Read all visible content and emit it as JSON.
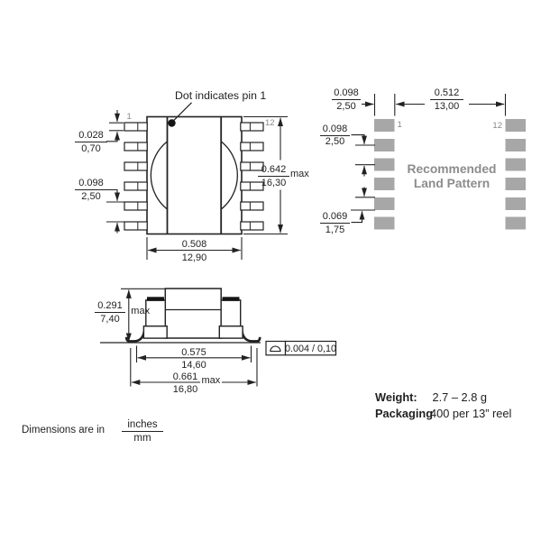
{
  "colors": {
    "pad": "#a7a7a7",
    "land_title": "#8c8c8c",
    "ink": "#222222"
  },
  "top_view": {
    "note": "Dot indicates pin 1",
    "pin_first": "1",
    "pin_last": "12",
    "dim_lead_width": {
      "num": "0.028",
      "den": "0,70"
    },
    "dim_lead_pitch": {
      "num": "0.098",
      "den": "2,50"
    },
    "dim_body_height": {
      "num": "0.642",
      "den": "16,30",
      "suffix": "max"
    },
    "dim_body_width": {
      "num": "0.508",
      "den": "12,90"
    }
  },
  "land_pattern": {
    "title_line1": "Recommended",
    "title_line2": "Land Pattern",
    "pin_first": "1",
    "pin_last": "12",
    "dim_pad_width": {
      "num": "0.098",
      "den": "2,50"
    },
    "dim_column_gap": {
      "num": "0.512",
      "den": "13,00"
    },
    "dim_pad_pitch": {
      "num": "0.098",
      "den": "2,50"
    },
    "dim_pad_height": {
      "num": "0.069",
      "den": "1,75"
    }
  },
  "side_view": {
    "dim_height": {
      "num": "0.291",
      "den": "7,40",
      "suffix": "max"
    },
    "dim_lead_span": {
      "num": "0.575",
      "den": "14,60"
    },
    "dim_overall_width": {
      "num": "0.661",
      "den": "16,80",
      "suffix": "max"
    },
    "flatness_value": "0.004 / 0,10"
  },
  "footer": {
    "weight_label": "Weight:",
    "weight_value": "2.7 – 2.8 g",
    "packaging_label": "Packaging",
    "packaging_value": "400 per 13” reel",
    "units_note": "Dimensions are in",
    "units_num": "inches",
    "units_den": "mm"
  }
}
